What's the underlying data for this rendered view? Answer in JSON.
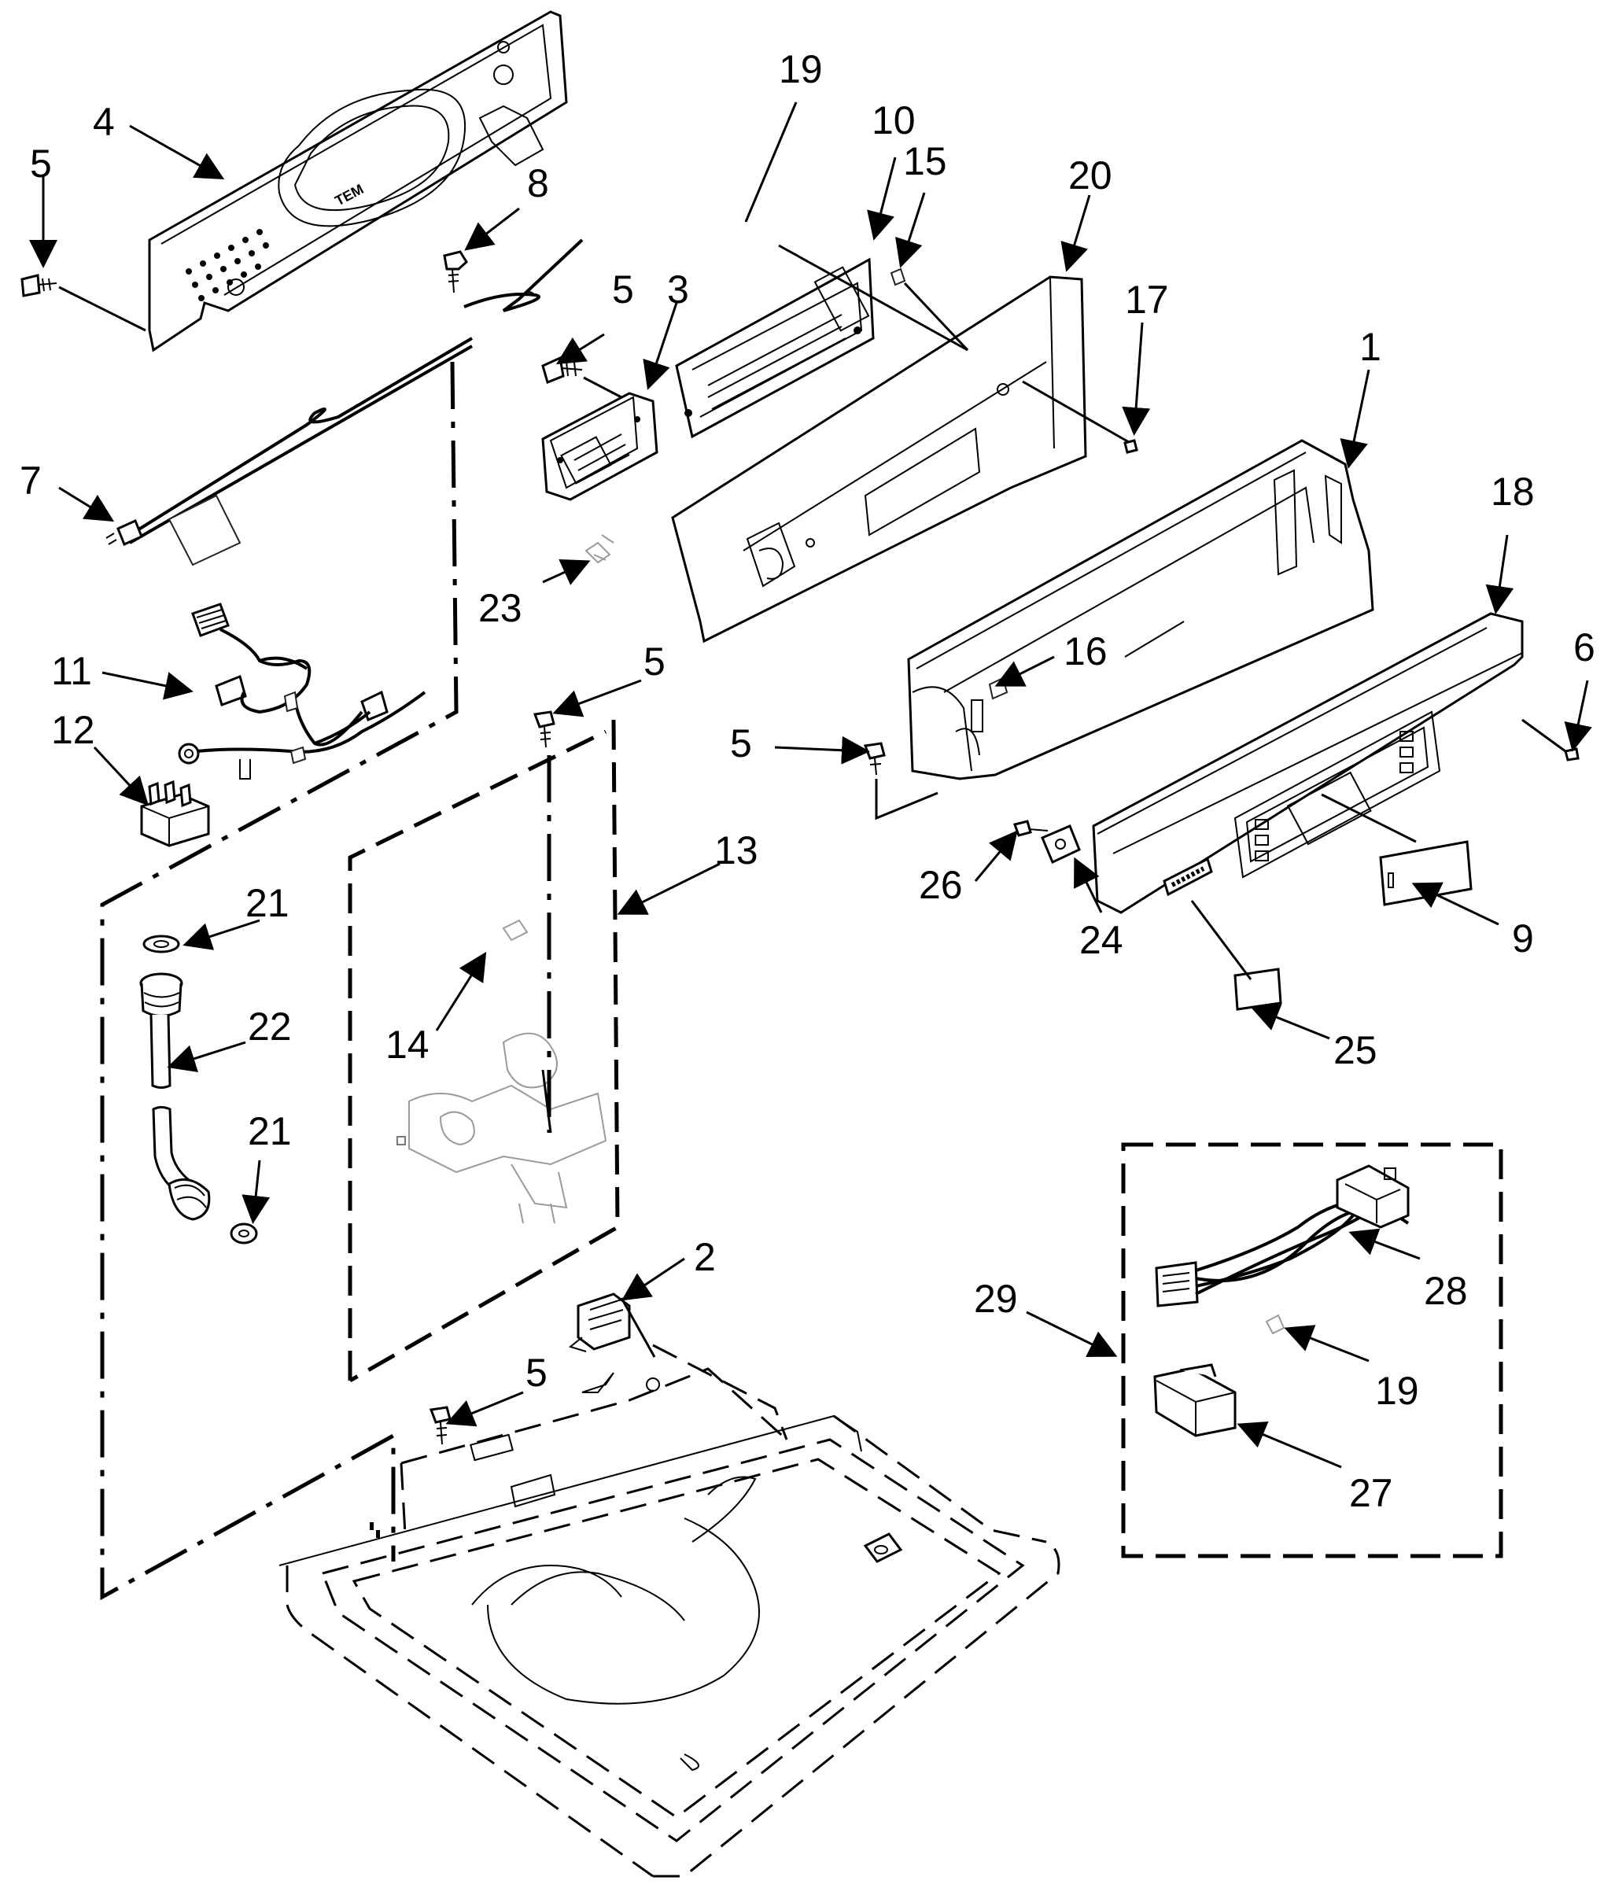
{
  "callouts": {
    "c4": "4",
    "c5a": "5",
    "c8": "8",
    "c5b": "5",
    "c3": "3",
    "c19a": "19",
    "c10": "10",
    "c15": "15",
    "c20": "20",
    "c17": "17",
    "c1": "1",
    "c18": "18",
    "c7": "7",
    "c23": "23",
    "c16": "16",
    "c6": "6",
    "c11": "11",
    "c5c": "5",
    "c12": "12",
    "c5d": "5",
    "c13": "13",
    "c26": "26",
    "c24": "24",
    "c9": "9",
    "c21a": "21",
    "c22": "22",
    "c14": "14",
    "c25": "25",
    "c21b": "21",
    "c2": "2",
    "c29": "29",
    "c28": "28",
    "c19b": "19",
    "c5e": "5",
    "c27": "27"
  },
  "panel_badge": "TEM"
}
